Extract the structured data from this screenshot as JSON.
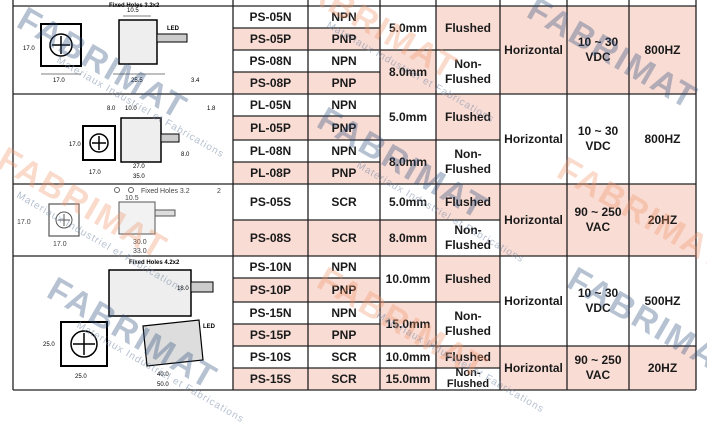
{
  "colors": {
    "row_pink": "#f9dcd4",
    "watermark_blue": "#2f4f7f",
    "watermark_orange": "#f0956a"
  },
  "rows": [
    {
      "model": "PS-05N",
      "output": "NPN"
    },
    {
      "model": "PS-05P",
      "output": "PNP"
    },
    {
      "model": "PS-08N",
      "output": "NPN"
    },
    {
      "model": "PS-08P",
      "output": "PNP"
    },
    {
      "model": "PL-05N",
      "output": "NPN"
    },
    {
      "model": "PL-05P",
      "output": "PNP"
    },
    {
      "model": "PL-08N",
      "output": "NPN"
    },
    {
      "model": "PL-08P",
      "output": "PNP"
    },
    {
      "model": "PS-05S",
      "output": "SCR"
    },
    {
      "model": "PS-08S",
      "output": "SCR"
    },
    {
      "model": "PS-10N",
      "output": "NPN"
    },
    {
      "model": "PS-10P",
      "output": "PNP"
    },
    {
      "model": "PS-15N",
      "output": "NPN"
    },
    {
      "model": "PS-15P",
      "output": "PNP"
    },
    {
      "model": "PS-10S",
      "output": "SCR"
    },
    {
      "model": "PS-15S",
      "output": "SCR"
    }
  ],
  "distances": [
    "5.0mm",
    "8.0mm",
    "5.0mm",
    "8.0mm",
    "5.0mm",
    "8.0mm",
    "10.0mm",
    "15.0mm",
    "10.0mm",
    "15.0mm"
  ],
  "mounting": {
    "flushed": "Flushed",
    "non_flushed": "Non-\nFlushed"
  },
  "direction": "Horizontal",
  "voltages": [
    "10 ~ 30\nVDC",
    "10 ~ 30\nVDC",
    "90 ~ 250\nVAC",
    "10 ~ 30\nVDC",
    "90 ~ 250\nVAC"
  ],
  "frequencies": [
    "800HZ",
    "800HZ",
    "20HZ",
    "500HZ",
    "20HZ"
  ],
  "diagram_labels": {
    "d1": {
      "fixed": "Fixed Holes 3.2x2",
      "led": "LED",
      "a": "10.5",
      "b": "17.0",
      "c": "17.0",
      "d": "25.5",
      "e": "3.4"
    },
    "d2": {
      "b1": "8.0",
      "b2": "10.0",
      "s": "1.8",
      "h": "17.0",
      "w": "17.0",
      "l": "27.0",
      "t": "35.0",
      "r": "8.0"
    },
    "d3": {
      "fixed": "Fixed Holes 3.2",
      "x": "2",
      "a": "10.5",
      "b": "17.0",
      "c": "17.0",
      "d": "30.0",
      "e": "33.0"
    },
    "d4": {
      "fixed": "Fixed Holes 4.2x2",
      "h": "18.0",
      "led": "LED",
      "w": "25.0",
      "w2": "25.0",
      "l": "40.0",
      "t": "50.0"
    }
  },
  "watermark": {
    "big": "FABRIMAT",
    "small": "Materiaux Industriel et Fabrications"
  }
}
